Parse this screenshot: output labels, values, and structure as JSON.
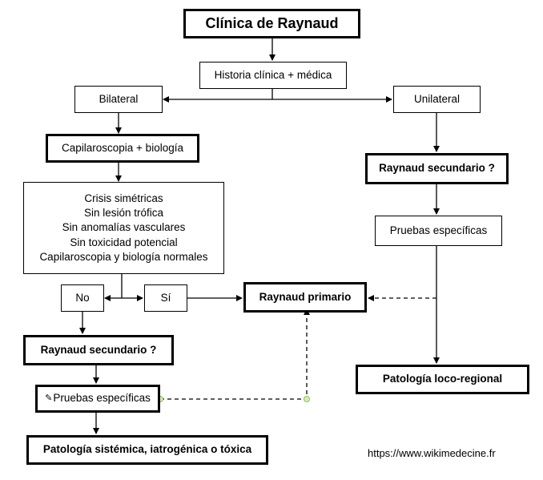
{
  "title": "Clínica de Raynaud",
  "nodes": {
    "historia": "Historia clínica + médica",
    "bilateral": "Bilateral",
    "unilateral": "Unilateral",
    "capilaroscopia": "Capilaroscopia + biología",
    "criteria": [
      "Crisis simétricas",
      "Sin lesión trófica",
      "Sin anomalías vasculares",
      "Sin toxicidad potencial",
      "Capilaroscopia y biología normales"
    ],
    "no": "No",
    "si": "Sí",
    "raynaud_primario": "Raynaud primario",
    "raynaud_secundario_left": "Raynaud secundario ?",
    "pruebas_left": "Pruebas específicas",
    "patologia_sistemica": "Patología sistémica, iatrogénica o tóxica",
    "raynaud_secundario_right": "Raynaud secundario ?",
    "pruebas_right": "Pruebas específicas",
    "patologia_loco": "Patología loco-regional"
  },
  "source_url": "https://www.wikimedecine.fr"
}
